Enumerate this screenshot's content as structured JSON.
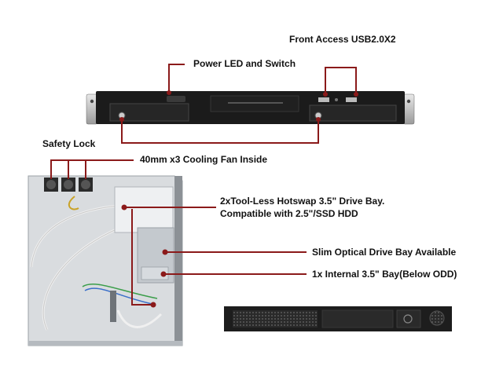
{
  "labels": {
    "usb": "Front Access USB2.0X2",
    "power": "Power LED and Switch",
    "safety": "Safety Lock",
    "fans": "40mm x3 Cooling Fan Inside",
    "hotswap_line1": "2xTool-Less Hotswap 3.5\" Drive Bay.",
    "hotswap_line2": "Compatible with 2.5\"/SSD HDD",
    "optical": "Slim Optical Drive Bay Available",
    "internal": "1x Internal 3.5\" Bay(Below ODD)"
  },
  "colors": {
    "callout_line": "#8b1a1a",
    "callout_dot": "#8b1a1a",
    "chassis_dark": "#1b1b1b",
    "chassis_interior": "#d9dcdf"
  }
}
